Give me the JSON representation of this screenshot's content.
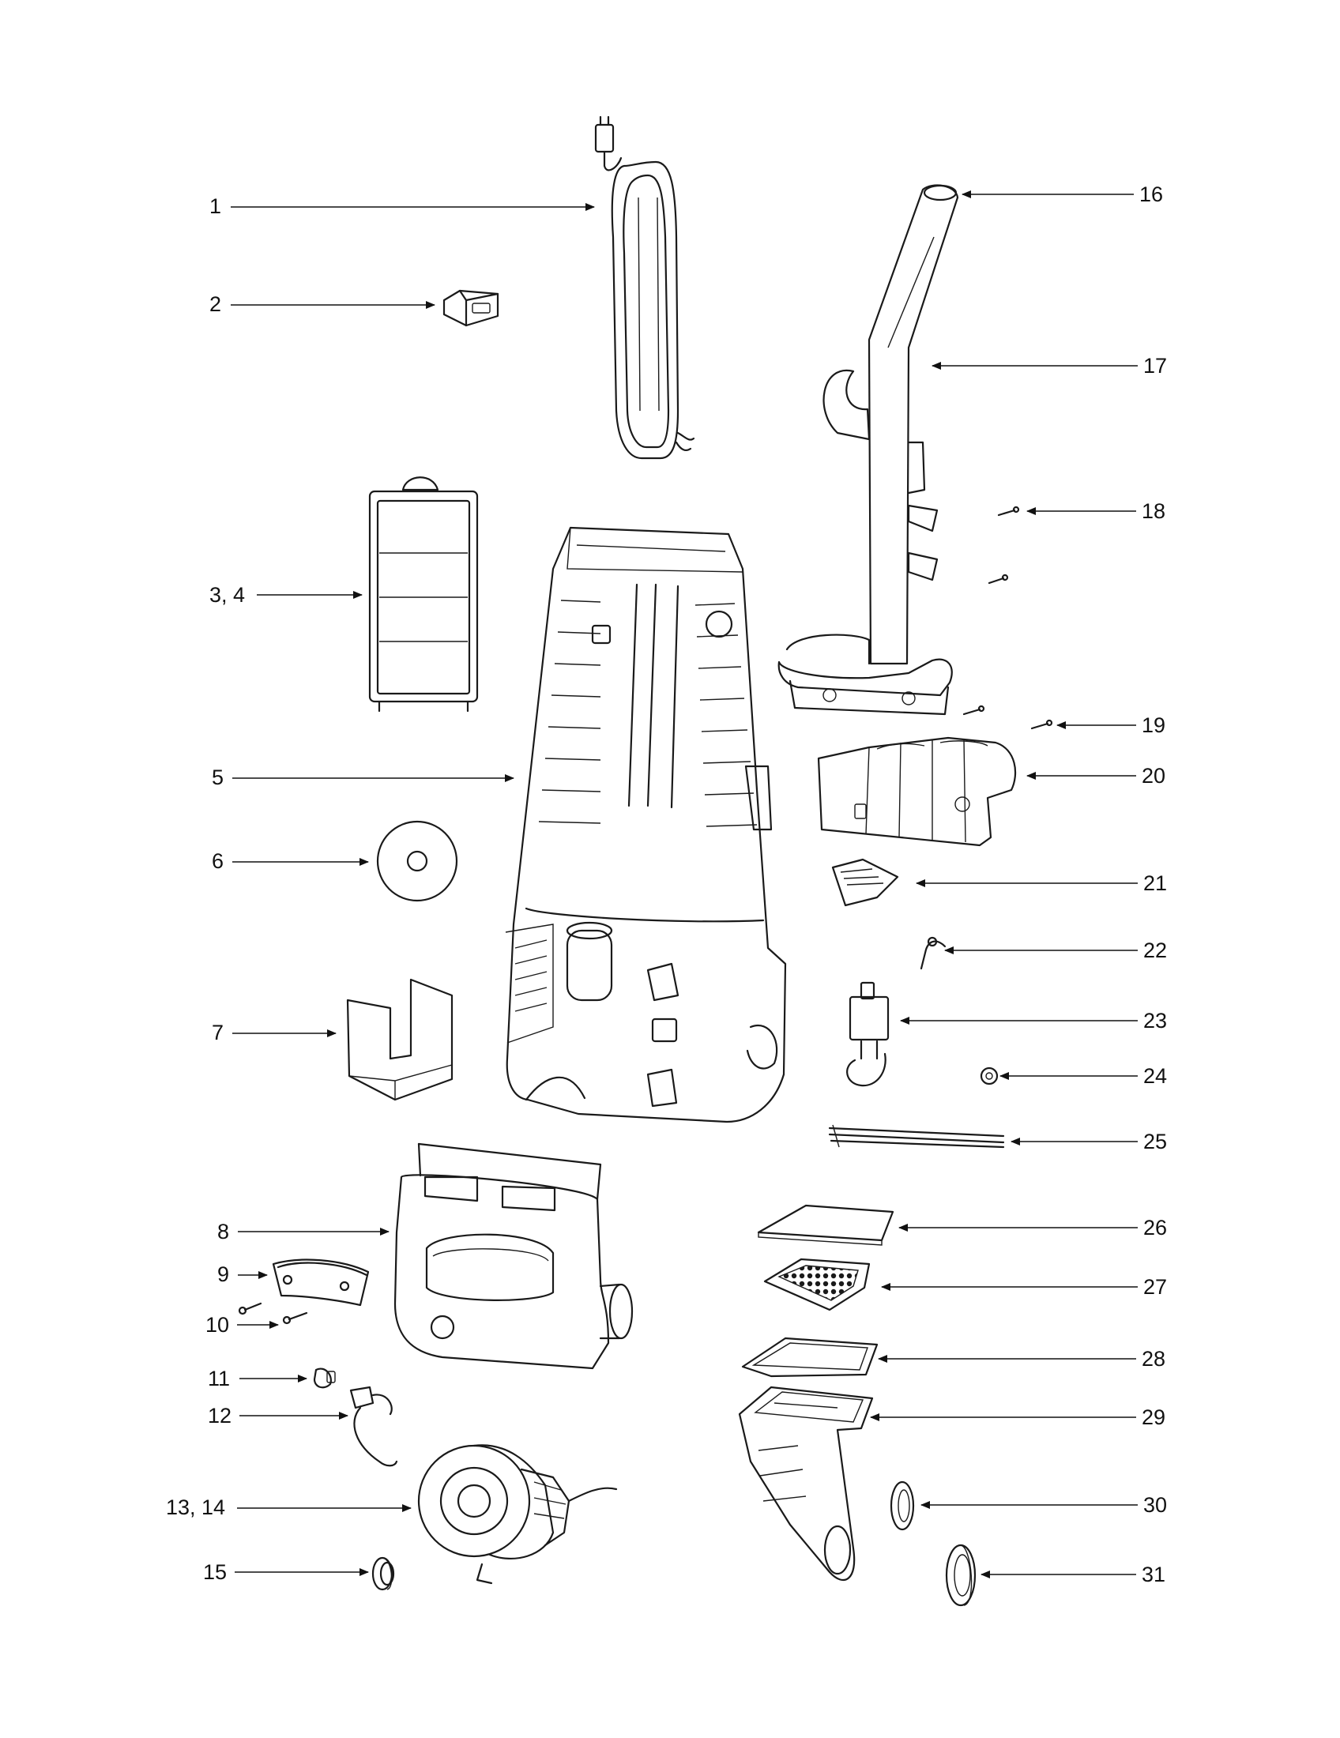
{
  "callouts": {
    "c1": "1",
    "c2": "2",
    "c3": "3, 4",
    "c5": "5",
    "c6": "6",
    "c7": "7",
    "c8": "8",
    "c9": "9",
    "c10": "10",
    "c11": "11",
    "c12": "12",
    "c13": "13, 14",
    "c15": "15",
    "c16": "16",
    "c17": "17",
    "c18": "18",
    "c19": "19",
    "c20": "20",
    "c21": "21",
    "c22": "22",
    "c23": "23",
    "c24": "24",
    "c25": "25",
    "c26": "26",
    "c27": "27",
    "c28": "28",
    "c29": "29",
    "c30": "30",
    "c31": "31"
  },
  "icons": {
    "power_cord": "power-cord-icon",
    "cord_clip": "cord-clip-icon",
    "filter": "filter-frame-icon",
    "housing": "main-housing-icon",
    "handle": "handle-tube-icon",
    "motor": "motor-icon"
  },
  "colors": {
    "ink": "#1a1a1a",
    "paper": "#ffffff"
  }
}
